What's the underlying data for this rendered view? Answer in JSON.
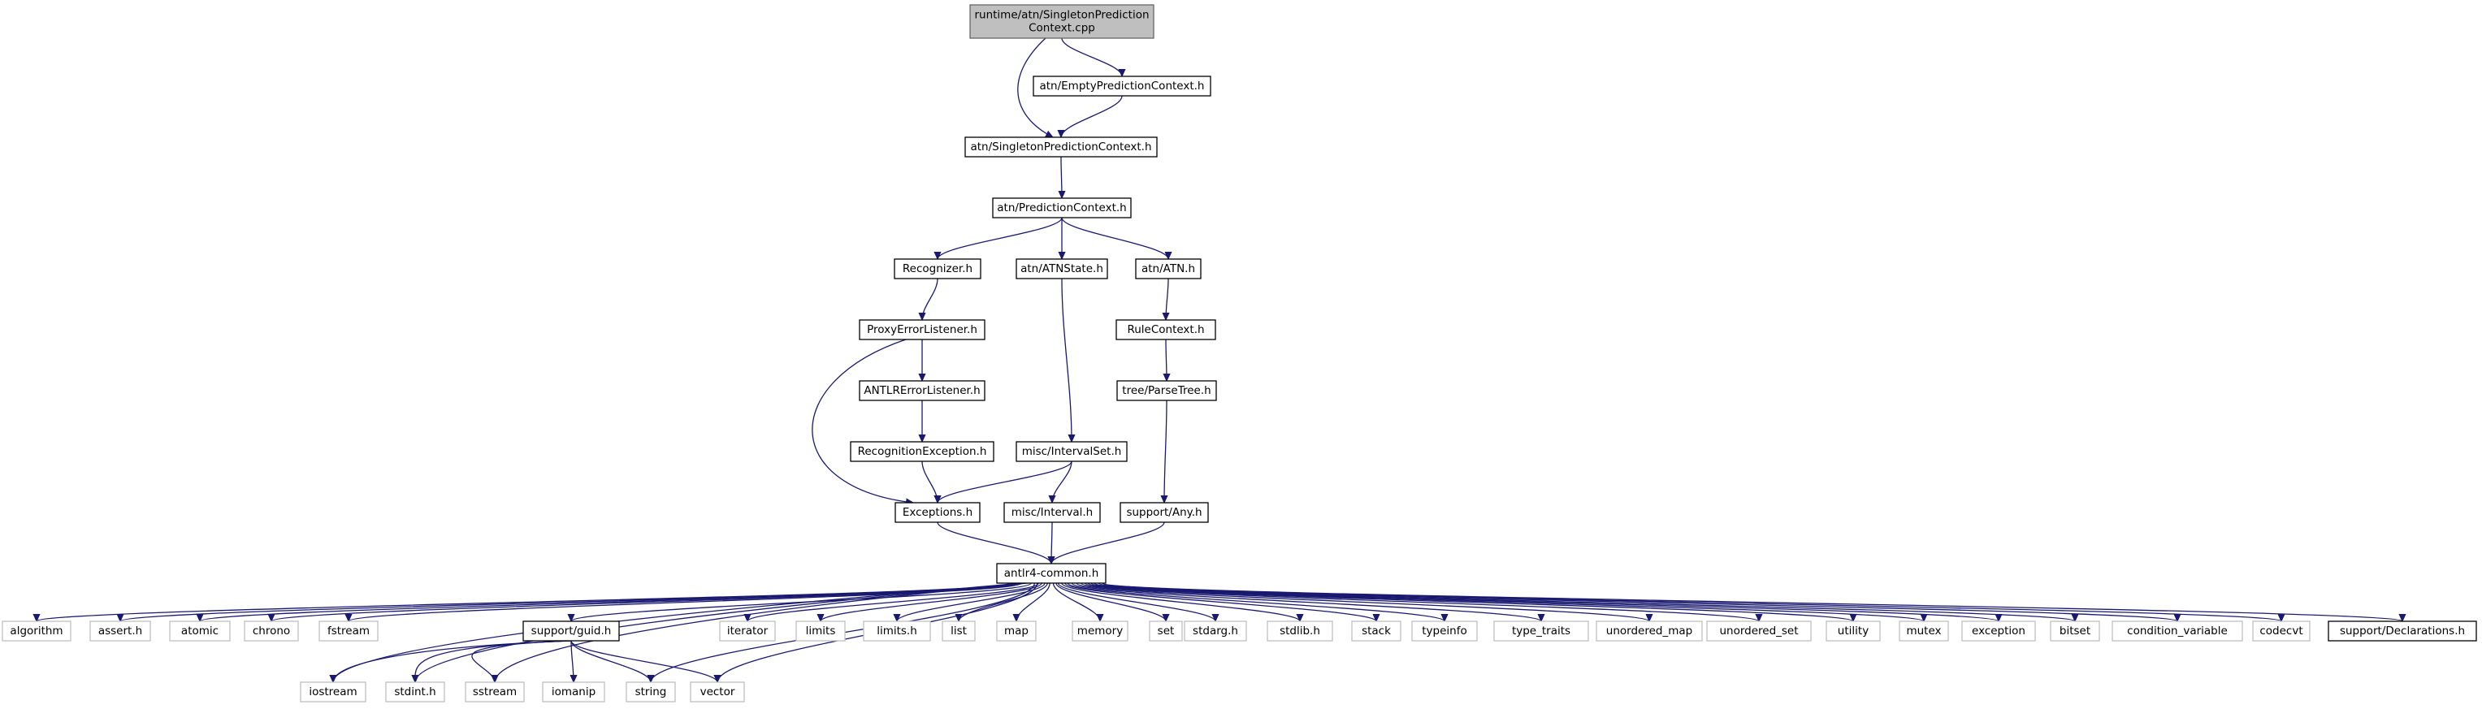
{
  "colors": {
    "edge": "#191970",
    "root_fill": "#bfbfbf",
    "external_border": "#bfbfbf",
    "internal_border": "#000000"
  },
  "nodes": {
    "root": {
      "lines": [
        "runtime/atn/SingletonPrediction",
        "Context.cpp"
      ]
    },
    "empty_pc": {
      "lines": [
        "atn/EmptyPredictionContext.h"
      ]
    },
    "singleton_pc": {
      "lines": [
        "atn/SingletonPredictionContext.h"
      ]
    },
    "prediction_context": {
      "lines": [
        "atn/PredictionContext.h"
      ]
    },
    "recognizer": {
      "lines": [
        "Recognizer.h"
      ]
    },
    "atn_state": {
      "lines": [
        "atn/ATNState.h"
      ]
    },
    "atn": {
      "lines": [
        "atn/ATN.h"
      ]
    },
    "proxy_error_listener": {
      "lines": [
        "ProxyErrorListener.h"
      ]
    },
    "rule_context": {
      "lines": [
        "RuleContext.h"
      ]
    },
    "antlr_error_listener": {
      "lines": [
        "ANTLRErrorListener.h"
      ]
    },
    "parse_tree": {
      "lines": [
        "tree/ParseTree.h"
      ]
    },
    "recognition_exception": {
      "lines": [
        "RecognitionException.h"
      ]
    },
    "interval_set": {
      "lines": [
        "misc/IntervalSet.h"
      ]
    },
    "exceptions": {
      "lines": [
        "Exceptions.h"
      ]
    },
    "interval": {
      "lines": [
        "misc/Interval.h"
      ]
    },
    "any": {
      "lines": [
        "support/Any.h"
      ]
    },
    "common": {
      "lines": [
        "antlr4-common.h"
      ]
    },
    "algorithm": {
      "lines": [
        "algorithm"
      ]
    },
    "assert_h": {
      "lines": [
        "assert.h"
      ]
    },
    "atomic": {
      "lines": [
        "atomic"
      ]
    },
    "chrono": {
      "lines": [
        "chrono"
      ]
    },
    "fstream": {
      "lines": [
        "fstream"
      ]
    },
    "guid": {
      "lines": [
        "support/guid.h"
      ]
    },
    "iterator": {
      "lines": [
        "iterator"
      ]
    },
    "limits": {
      "lines": [
        "limits"
      ]
    },
    "limits_h": {
      "lines": [
        "limits.h"
      ]
    },
    "list": {
      "lines": [
        "list"
      ]
    },
    "map": {
      "lines": [
        "map"
      ]
    },
    "memory": {
      "lines": [
        "memory"
      ]
    },
    "set": {
      "lines": [
        "set"
      ]
    },
    "stdarg": {
      "lines": [
        "stdarg.h"
      ]
    },
    "stdlib": {
      "lines": [
        "stdlib.h"
      ]
    },
    "stack": {
      "lines": [
        "stack"
      ]
    },
    "typeinfo": {
      "lines": [
        "typeinfo"
      ]
    },
    "type_traits": {
      "lines": [
        "type_traits"
      ]
    },
    "unordered_map": {
      "lines": [
        "unordered_map"
      ]
    },
    "unordered_set": {
      "lines": [
        "unordered_set"
      ]
    },
    "utility": {
      "lines": [
        "utility"
      ]
    },
    "mutex": {
      "lines": [
        "mutex"
      ]
    },
    "exception": {
      "lines": [
        "exception"
      ]
    },
    "bitset": {
      "lines": [
        "bitset"
      ]
    },
    "condition_variable": {
      "lines": [
        "condition_variable"
      ]
    },
    "codecvt": {
      "lines": [
        "codecvt"
      ]
    },
    "declarations": {
      "lines": [
        "support/Declarations.h"
      ]
    },
    "iostream": {
      "lines": [
        "iostream"
      ]
    },
    "stdint": {
      "lines": [
        "stdint.h"
      ]
    },
    "sstream": {
      "lines": [
        "sstream"
      ]
    },
    "iomanip": {
      "lines": [
        "iomanip"
      ]
    },
    "string": {
      "lines": [
        "string"
      ]
    },
    "vector": {
      "lines": [
        "vector"
      ]
    }
  },
  "edges": [
    [
      "root",
      "empty_pc"
    ],
    [
      "root",
      "singleton_pc"
    ],
    [
      "empty_pc",
      "singleton_pc"
    ],
    [
      "singleton_pc",
      "prediction_context"
    ],
    [
      "prediction_context",
      "recognizer"
    ],
    [
      "prediction_context",
      "atn_state"
    ],
    [
      "prediction_context",
      "atn"
    ],
    [
      "recognizer",
      "proxy_error_listener"
    ],
    [
      "proxy_error_listener",
      "antlr_error_listener"
    ],
    [
      "proxy_error_listener",
      "exceptions"
    ],
    [
      "antlr_error_listener",
      "recognition_exception"
    ],
    [
      "recognition_exception",
      "exceptions"
    ],
    [
      "atn_state",
      "interval_set"
    ],
    [
      "interval_set",
      "exceptions"
    ],
    [
      "interval_set",
      "interval"
    ],
    [
      "atn",
      "rule_context"
    ],
    [
      "rule_context",
      "parse_tree"
    ],
    [
      "parse_tree",
      "any"
    ],
    [
      "exceptions",
      "common"
    ],
    [
      "interval",
      "common"
    ],
    [
      "any",
      "common"
    ],
    [
      "common",
      "algorithm"
    ],
    [
      "common",
      "assert_h"
    ],
    [
      "common",
      "atomic"
    ],
    [
      "common",
      "chrono"
    ],
    [
      "common",
      "fstream"
    ],
    [
      "common",
      "guid"
    ],
    [
      "common",
      "iterator"
    ],
    [
      "common",
      "limits"
    ],
    [
      "common",
      "limits_h"
    ],
    [
      "common",
      "list"
    ],
    [
      "common",
      "map"
    ],
    [
      "common",
      "memory"
    ],
    [
      "common",
      "set"
    ],
    [
      "common",
      "stdarg"
    ],
    [
      "common",
      "stdlib"
    ],
    [
      "common",
      "stack"
    ],
    [
      "common",
      "typeinfo"
    ],
    [
      "common",
      "type_traits"
    ],
    [
      "common",
      "unordered_map"
    ],
    [
      "common",
      "unordered_set"
    ],
    [
      "common",
      "utility"
    ],
    [
      "common",
      "mutex"
    ],
    [
      "common",
      "exception"
    ],
    [
      "common",
      "bitset"
    ],
    [
      "common",
      "condition_variable"
    ],
    [
      "common",
      "codecvt"
    ],
    [
      "common",
      "declarations"
    ],
    [
      "common",
      "iostream"
    ],
    [
      "common",
      "stdint"
    ],
    [
      "common",
      "sstream"
    ],
    [
      "common",
      "string"
    ],
    [
      "common",
      "vector"
    ],
    [
      "guid",
      "iostream"
    ],
    [
      "guid",
      "stdint"
    ],
    [
      "guid",
      "sstream"
    ],
    [
      "guid",
      "iomanip"
    ],
    [
      "guid",
      "string"
    ],
    [
      "guid",
      "vector"
    ]
  ]
}
